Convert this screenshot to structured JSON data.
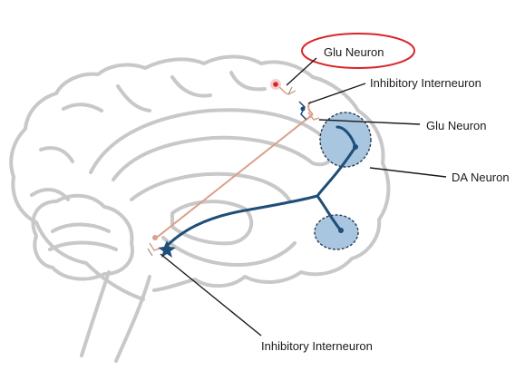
{
  "labels": {
    "glu_neuron_top": "Glu Neuron",
    "inhibitory_interneuron_top": "Inhibitory Interneuron",
    "glu_neuron_right": "Glu Neuron",
    "da_neuron": "DA Neuron",
    "inhibitory_interneuron_bottom": "Inhibitory Interneuron"
  },
  "colors": {
    "brain_outline": "#c8c8c8",
    "highlight_ellipse": "#d9252a",
    "da_pathway": "#1f4e79",
    "glu_pathway": "#d9a08a",
    "region_fill": "#a9c6e0",
    "leader_line": "#1a1a1a"
  }
}
